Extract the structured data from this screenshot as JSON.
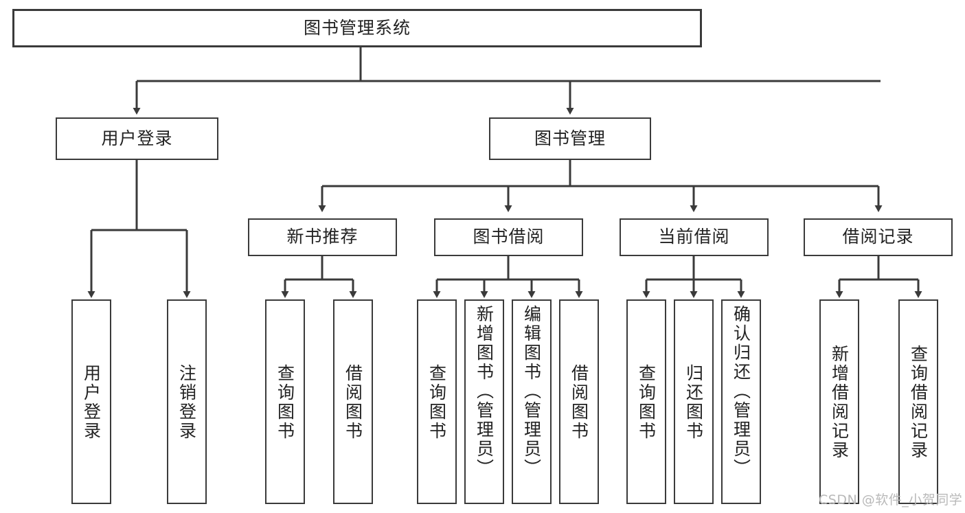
{
  "diagram": {
    "type": "tree-hierarchy-chart",
    "title": "图书管理系统",
    "style": {
      "box_border_color": "#3a3a3a",
      "box_fill_color": "#ffffff",
      "connector_color": "#3a3a3a",
      "text_color": "#222222",
      "background": "#ffffff"
    },
    "levels": [
      {
        "level": 1,
        "nodes": [
          {
            "id": "root",
            "label": "图书管理系统",
            "orientation": "horizontal"
          }
        ]
      },
      {
        "level": 2,
        "nodes": [
          {
            "id": "user-login",
            "label": "用户登录",
            "orientation": "horizontal",
            "parent": "root"
          },
          {
            "id": "book-manage",
            "label": "图书管理",
            "orientation": "horizontal",
            "parent": "root"
          }
        ]
      },
      {
        "level": 3,
        "nodes": [
          {
            "id": "new-book-rec",
            "label": "新书推荐",
            "orientation": "horizontal",
            "parent": "book-manage"
          },
          {
            "id": "book-borrow",
            "label": "图书借阅",
            "orientation": "horizontal",
            "parent": "book-manage"
          },
          {
            "id": "current-borrow",
            "label": "当前借阅",
            "orientation": "horizontal",
            "parent": "book-manage"
          },
          {
            "id": "borrow-record",
            "label": "借阅记录",
            "orientation": "horizontal",
            "parent": "book-manage"
          }
        ]
      },
      {
        "level": 4,
        "nodes": [
          {
            "id": "leaf-user-login",
            "label": "用户登录",
            "orientation": "vertical",
            "parent": "user-login",
            "align": "center"
          },
          {
            "id": "leaf-logout-login",
            "label": "注销登录",
            "orientation": "vertical",
            "parent": "user-login",
            "align": "center"
          },
          {
            "id": "leaf-query-book-1",
            "label": "查询图书",
            "orientation": "vertical",
            "parent": "new-book-rec",
            "align": "center"
          },
          {
            "id": "leaf-borrow-book-1",
            "label": "借阅图书",
            "orientation": "vertical",
            "parent": "new-book-rec",
            "align": "center"
          },
          {
            "id": "leaf-query-book-2",
            "label": "查询图书",
            "orientation": "vertical",
            "parent": "book-borrow",
            "align": "center"
          },
          {
            "id": "leaf-add-book-admin",
            "label": "新增图书（管理员）",
            "orientation": "vertical",
            "parent": "book-borrow",
            "align": "top"
          },
          {
            "id": "leaf-edit-book-admin",
            "label": "编辑图书（管理员）",
            "orientation": "vertical",
            "parent": "book-borrow",
            "align": "top"
          },
          {
            "id": "leaf-borrow-book-2",
            "label": "借阅图书",
            "orientation": "vertical",
            "parent": "book-borrow",
            "align": "center"
          },
          {
            "id": "leaf-query-book-3",
            "label": "查询图书",
            "orientation": "vertical",
            "parent": "current-borrow",
            "align": "center"
          },
          {
            "id": "leaf-return-book",
            "label": "归还图书",
            "orientation": "vertical",
            "parent": "current-borrow",
            "align": "center"
          },
          {
            "id": "leaf-confirm-return-admin",
            "label": "确认归还（管理员）",
            "orientation": "vertical",
            "parent": "current-borrow",
            "align": "top"
          },
          {
            "id": "leaf-add-borrow-record",
            "label": "新增借阅记录",
            "orientation": "vertical",
            "parent": "borrow-record",
            "align": "center"
          },
          {
            "id": "leaf-query-borrow-record",
            "label": "查询借阅记录",
            "orientation": "vertical",
            "parent": "borrow-record",
            "align": "center"
          }
        ]
      }
    ]
  },
  "watermark": {
    "text": "CSDN @软件_小贺同学"
  }
}
